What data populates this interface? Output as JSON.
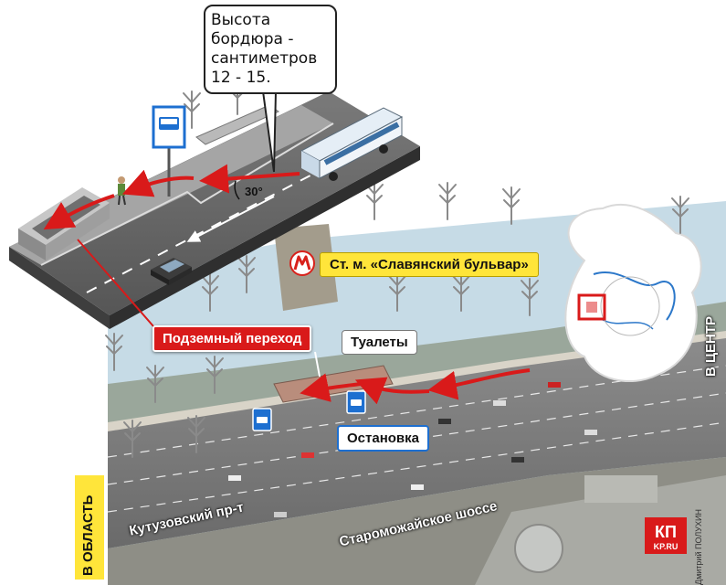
{
  "callout": {
    "text": "Высота\nбордюра -\nсантиметров\n12 - 15."
  },
  "angle_label": "30°",
  "labels": {
    "metro_station": "Ст. м. «Славянский бульвар»",
    "underpass": "Подземный переход",
    "toilets": "Туалеты",
    "bus_stop": "Остановка",
    "kutuzovsky": "Кутузовский пр-т",
    "staromozhaiskoe": "Староможайское шоссе",
    "to_center": "В ЦЕНТР",
    "to_region": "В ОБЛАСТЬ"
  },
  "credit": "Дмитрий ПОЛУХИН",
  "logo": {
    "main": "КП",
    "sub": "KP.RU"
  },
  "colors": {
    "accent_red": "#d91a1a",
    "label_yellow": "#ffe53a",
    "metro_red": "#d8211b",
    "bus_sign_blue": "#1d6fd0",
    "water": "#c6dbe6",
    "road": "#6e6e6e"
  },
  "icons": [
    "metro-icon",
    "bus-stop-sign-icon",
    "bus-icon",
    "car-icon",
    "pedestrian-icon",
    "tree-icon",
    "moscow-map-icon",
    "direction-arrow-icon"
  ]
}
